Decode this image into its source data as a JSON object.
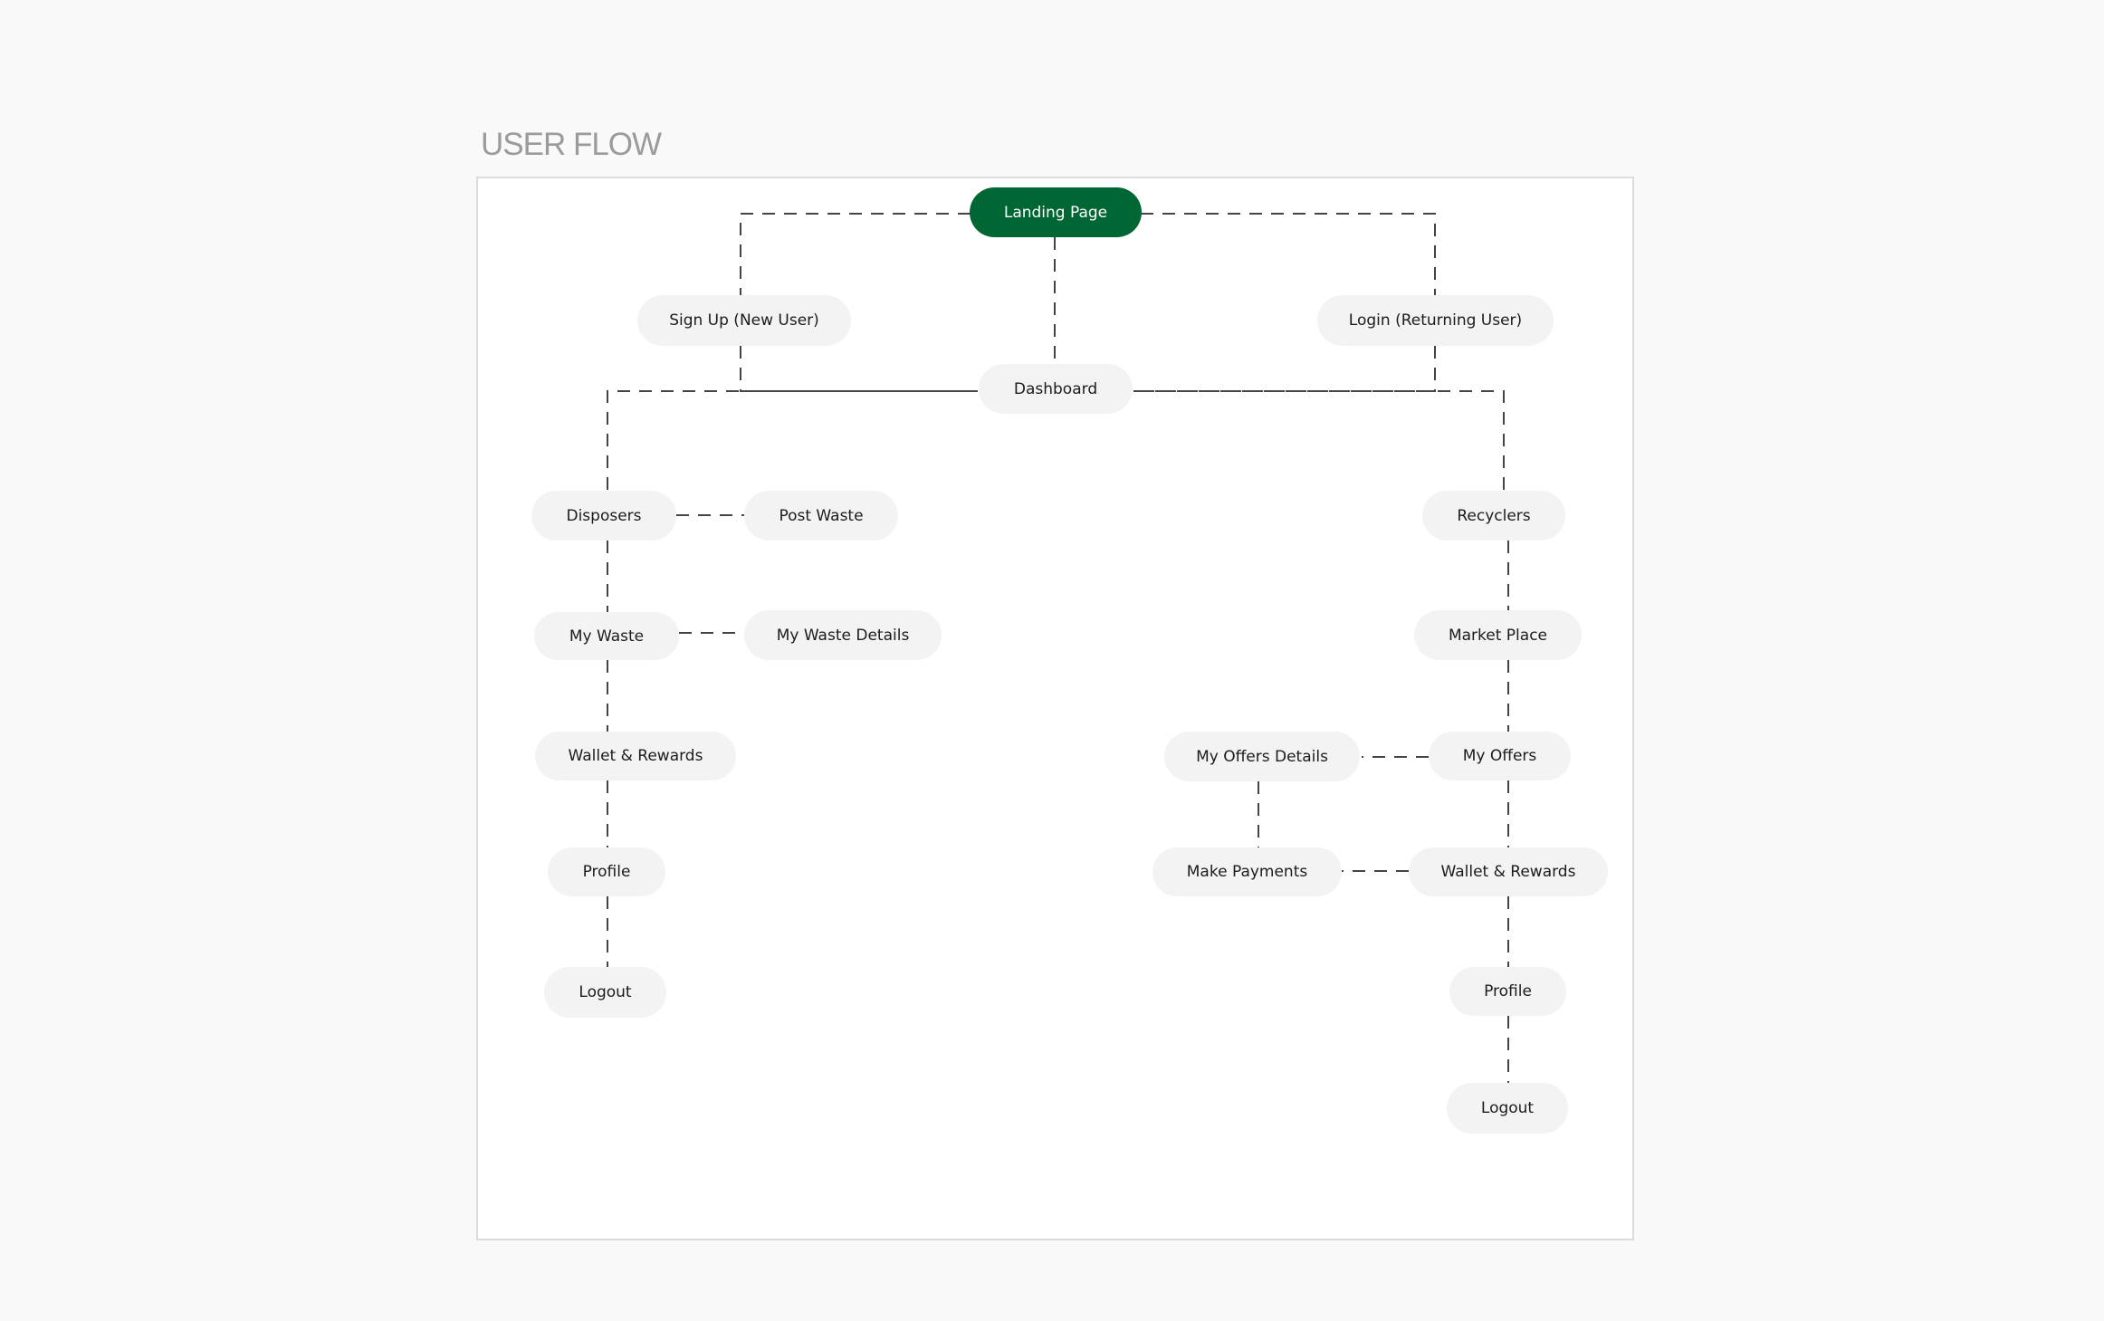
{
  "title": "USER FLOW",
  "colors": {
    "primary": "#006633",
    "node": "#f3f3f3",
    "connector": "#444444"
  },
  "nodes": {
    "landing": "Landing Page",
    "signup": "Sign Up (New User)",
    "login": "Login (Returning User)",
    "dashboard": "Dashboard",
    "disposers": "Disposers",
    "post_waste": "Post Waste",
    "my_waste": "My Waste",
    "my_waste_details": "My Waste Details",
    "wallet_left": "Wallet & Rewards",
    "profile_left": "Profile",
    "logout_left": "Logout",
    "recyclers": "Recyclers",
    "market_place": "Market Place",
    "my_offers": "My Offers",
    "my_offers_details": "My Offers Details",
    "make_payments": "Make Payments",
    "wallet_right": "Wallet & Rewards",
    "profile_right": "Profile",
    "logout_right": "Logout"
  }
}
